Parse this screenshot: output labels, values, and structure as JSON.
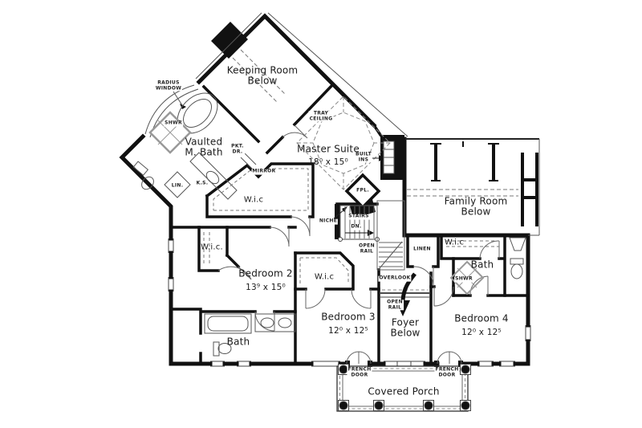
{
  "colors": {
    "ink": "#1a1a1a",
    "background": "#ffffff"
  },
  "rooms": {
    "keeping_room": {
      "name": "Keeping Room\nBelow"
    },
    "master_suite": {
      "name": "Master Suite",
      "dims": "18⁰ x 15⁰"
    },
    "vaulted_m_bath": {
      "name": "Vaulted\nM. Bath"
    },
    "family_room": {
      "name": "Family Room\nBelow"
    },
    "bedroom_2": {
      "name": "Bedroom 2",
      "dims": "13⁹ x 15⁰"
    },
    "bedroom_3": {
      "name": "Bedroom 3",
      "dims": "12⁰ x 12⁵"
    },
    "bedroom_4": {
      "name": "Bedroom 4",
      "dims": "12⁰ x 12⁵"
    },
    "foyer": {
      "name": "Foyer\nBelow"
    },
    "covered_porch": {
      "name": "Covered Porch"
    },
    "bath_left": {
      "name": "Bath"
    },
    "bath_right": {
      "name": "Bath"
    },
    "wic_master": {
      "name": "W.i.c"
    },
    "wic_bedroom_2": {
      "name": "W.i.c."
    },
    "wic_bedroom_3": {
      "name": "W.i.c"
    },
    "wic_bedroom_4": {
      "name": "W.i.c"
    }
  },
  "annotations": {
    "radius_window": "RADIUS\nWINDOW",
    "shwr_master": "SHWR",
    "pkt_dr": "PKT.\nDR.",
    "mirror": "MIRROR",
    "tray_ceiling": "TRAY\nCEILING",
    "built_ins": "BUILT\nINS",
    "fpl": "FPL.",
    "lin": "LIN.",
    "ks": "K.S.",
    "niche": "NICHE",
    "stairs": "STAIRS",
    "dn": "DN.",
    "open_rail_stairs": "OPEN\nRAIL",
    "linen": "LINEN",
    "overlook": "OVERLOOK",
    "open_rail_foyer": "OPEN\nRAIL",
    "shwr_bath": "SHWR",
    "french_door_left": "FRENCH\nDOOR",
    "french_door_right": "FRENCH\nDOOR"
  }
}
